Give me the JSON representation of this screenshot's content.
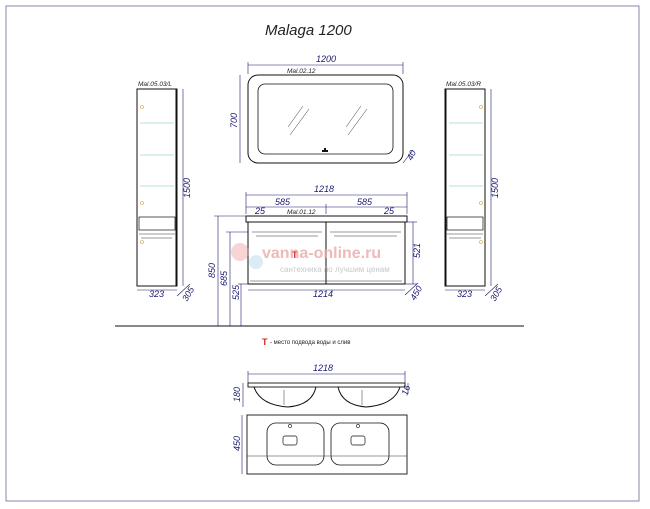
{
  "title": "Malaga 1200",
  "codes": {
    "mirror": "Mal.02.12",
    "vanity": "Mal.01.12",
    "column_left": "Mal.05.03/L",
    "column_right": "Mal.05.03/R"
  },
  "dims": {
    "mirror_width": "1200",
    "mirror_height": "700",
    "mirror_depth": "40",
    "vanity_total": "1218",
    "vanity_left_half": "585",
    "vanity_right_half": "585",
    "gap_left": "25",
    "gap_right": "25",
    "vanity_height": "521",
    "vanity_width_bottom": "1214",
    "vanity_depth": "450",
    "floor_top": "850",
    "floor_mid": "685",
    "floor_bottom": "525",
    "column_height_left": "1500",
    "column_height_right": "1500",
    "column_width_left": "323",
    "column_width_right": "323",
    "column_depth_left": "305",
    "column_depth_right": "305",
    "basin_width": "1218",
    "basin_height": "180",
    "basin_rim": "16",
    "basin_depth": "450"
  },
  "legend": {
    "mark": "T",
    "text": "- место подвода воды и слив"
  },
  "watermark": {
    "brand": "vanna-online.ru",
    "slogan": "сантехника по лучшим ценам"
  },
  "colors": {
    "dimension": "#1b1b6e",
    "marker": "#d8241c",
    "glass": "#9fd4d6",
    "watermark": "#e8a3a0"
  }
}
